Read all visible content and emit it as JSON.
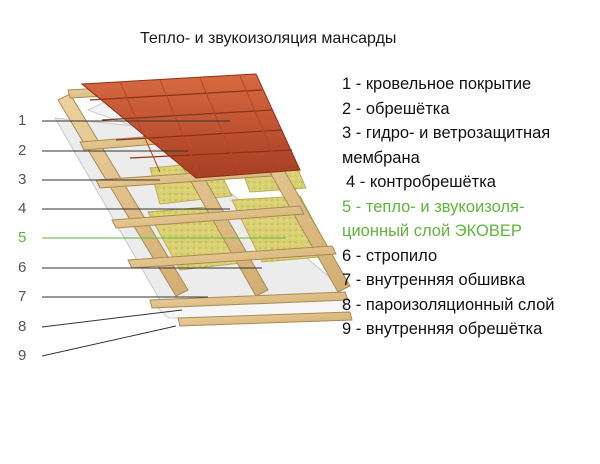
{
  "title": "Тепло- и звукоизоляция мансарды",
  "colors": {
    "accent": "#5fb63a",
    "leader": "#333333",
    "tile": "#c5532f",
    "wood": "#e2c28a",
    "insulation": "#d8cf72",
    "membrane": "#f2f2f2"
  },
  "callouts": [
    {
      "num": "1"
    },
    {
      "num": "2"
    },
    {
      "num": "3"
    },
    {
      "num": "4"
    },
    {
      "num": "5",
      "accent": true
    },
    {
      "num": "6"
    },
    {
      "num": "7"
    },
    {
      "num": "8"
    },
    {
      "num": "9"
    }
  ],
  "legend": [
    {
      "text": "1 - кровельное покрытие"
    },
    {
      "text": "2 - обрешётка"
    },
    {
      "text": "3 - гидро- и ветрозащитная"
    },
    {
      "text": "мембрана"
    },
    {
      "text": "4 - контробрешётка"
    },
    {
      "text": "5 - тепло- и звукоизоля-",
      "accent": true
    },
    {
      "text": "ционный слой ЭКОВЕР",
      "accent": true
    },
    {
      "text": "6 - стропило"
    },
    {
      "text": "7 - внутренняя обшивка"
    },
    {
      "text": "8 - пароизоляционный слой"
    },
    {
      "text": "9 - внутренняя обрешётка"
    }
  ]
}
